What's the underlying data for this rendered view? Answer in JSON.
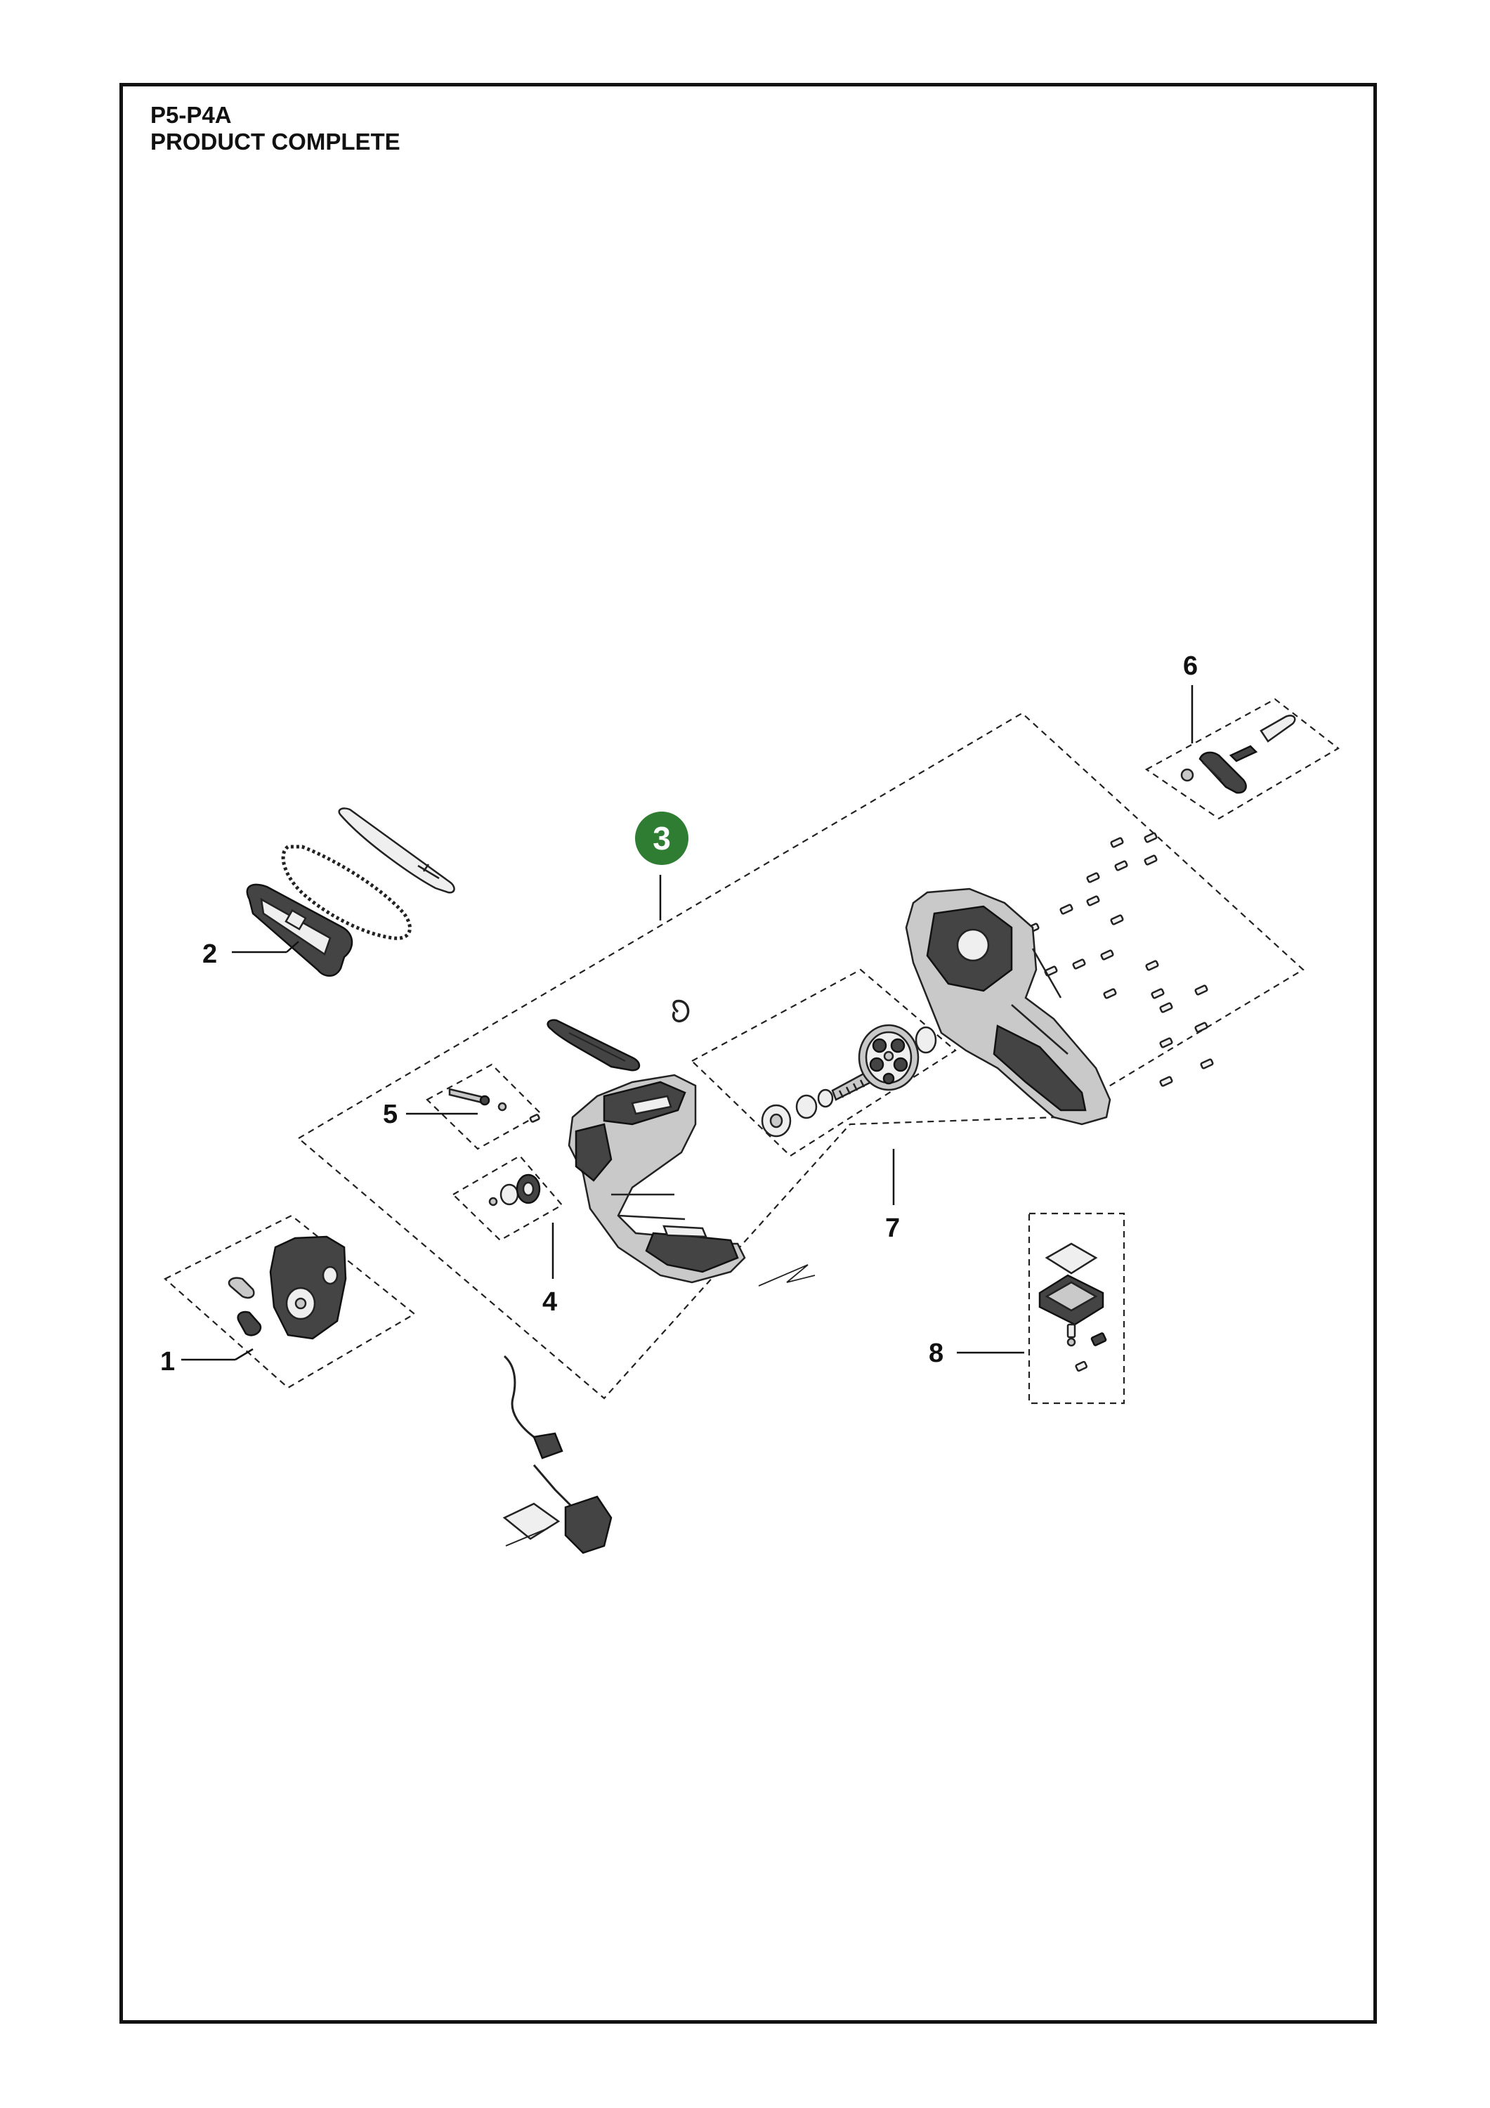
{
  "header": {
    "code": "P5-P4A",
    "title": "PRODUCT COMPLETE"
  },
  "callouts": [
    {
      "id": "callout-1",
      "label": "1"
    },
    {
      "id": "callout-2",
      "label": "2"
    },
    {
      "id": "callout-3",
      "label": "3"
    },
    {
      "id": "callout-4",
      "label": "4"
    },
    {
      "id": "callout-5",
      "label": "5"
    },
    {
      "id": "callout-6",
      "label": "6"
    },
    {
      "id": "callout-7",
      "label": "7"
    },
    {
      "id": "callout-8",
      "label": "8"
    }
  ],
  "colors": {
    "badge": "#2e7d32",
    "frame": "#111111",
    "ink": "#222222"
  }
}
